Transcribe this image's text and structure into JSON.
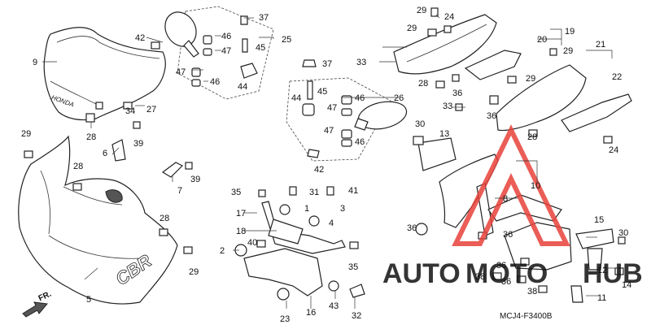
{
  "diagram": {
    "code": "MCJ4-F3400B",
    "fr_label": "FR.",
    "brand_on_windscreen": "HONDA",
    "brand_on_cowl": "CBR",
    "watermark": {
      "part1": "AUTO",
      "part2": "MOTO",
      "part3": "HUB",
      "color_primary": "#e8413a",
      "color_secondary": "#f2b36b"
    }
  },
  "callouts": [
    {
      "id": "c37a",
      "label": "37"
    },
    {
      "id": "c42a",
      "label": "42"
    },
    {
      "id": "c46a",
      "label": "46"
    },
    {
      "id": "c47a",
      "label": "47"
    },
    {
      "id": "c45a",
      "label": "45"
    },
    {
      "id": "c25",
      "label": "25"
    },
    {
      "id": "c47b",
      "label": "47"
    },
    {
      "id": "c46b",
      "label": "46"
    },
    {
      "id": "c44a",
      "label": "44"
    },
    {
      "id": "c9",
      "label": "9"
    },
    {
      "id": "c34",
      "label": "34"
    },
    {
      "id": "c27",
      "label": "27"
    },
    {
      "id": "c28a",
      "label": "28"
    },
    {
      "id": "c39a",
      "label": "39"
    },
    {
      "id": "c6",
      "label": "6"
    },
    {
      "id": "c29a",
      "label": "29"
    },
    {
      "id": "c28b",
      "label": "28"
    },
    {
      "id": "c7",
      "label": "7"
    },
    {
      "id": "c39b",
      "label": "39"
    },
    {
      "id": "c28c",
      "label": "28"
    },
    {
      "id": "c29b",
      "label": "29"
    },
    {
      "id": "c5",
      "label": "5"
    },
    {
      "id": "c37b",
      "label": "37"
    },
    {
      "id": "c45b",
      "label": "45"
    },
    {
      "id": "c44b",
      "label": "44"
    },
    {
      "id": "c47c",
      "label": "47"
    },
    {
      "id": "c26",
      "label": "26"
    },
    {
      "id": "c46c",
      "label": "46"
    },
    {
      "id": "c47d",
      "label": "47"
    },
    {
      "id": "c46d",
      "label": "46"
    },
    {
      "id": "c42b",
      "label": "42"
    },
    {
      "id": "c35a",
      "label": "35"
    },
    {
      "id": "c31",
      "label": "31"
    },
    {
      "id": "c41",
      "label": "41"
    },
    {
      "id": "c17",
      "label": "17"
    },
    {
      "id": "c1",
      "label": "1"
    },
    {
      "id": "c3",
      "label": "3"
    },
    {
      "id": "c4",
      "label": "4"
    },
    {
      "id": "c18",
      "label": "18"
    },
    {
      "id": "c40",
      "label": "40"
    },
    {
      "id": "c2",
      "label": "2"
    },
    {
      "id": "c35b",
      "label": "35"
    },
    {
      "id": "c23",
      "label": "23"
    },
    {
      "id": "c16",
      "label": "16"
    },
    {
      "id": "c43",
      "label": "43"
    },
    {
      "id": "c32",
      "label": "32"
    },
    {
      "id": "c29c",
      "label": "29"
    },
    {
      "id": "c24a",
      "label": "24"
    },
    {
      "id": "c29d",
      "label": "29"
    },
    {
      "id": "c19",
      "label": "19"
    },
    {
      "id": "c20",
      "label": "20"
    },
    {
      "id": "c33a",
      "label": "33"
    },
    {
      "id": "c29e",
      "label": "29"
    },
    {
      "id": "c21",
      "label": "21"
    },
    {
      "id": "c28d",
      "label": "28"
    },
    {
      "id": "c36a",
      "label": "36"
    },
    {
      "id": "c22",
      "label": "22"
    },
    {
      "id": "c29f",
      "label": "29"
    },
    {
      "id": "c33b",
      "label": "33"
    },
    {
      "id": "c36b",
      "label": "36"
    },
    {
      "id": "c30a",
      "label": "30"
    },
    {
      "id": "c13",
      "label": "13"
    },
    {
      "id": "c28e",
      "label": "28"
    },
    {
      "id": "c24b",
      "label": "24"
    },
    {
      "id": "c10",
      "label": "10"
    },
    {
      "id": "c8",
      "label": "8"
    },
    {
      "id": "c36c",
      "label": "36"
    },
    {
      "id": "c36d",
      "label": "36"
    },
    {
      "id": "c15",
      "label": "15"
    },
    {
      "id": "c30b",
      "label": "30"
    },
    {
      "id": "c36e",
      "label": "36"
    },
    {
      "id": "c38a",
      "label": "38"
    },
    {
      "id": "c36f",
      "label": "36"
    },
    {
      "id": "c12",
      "label": "12"
    },
    {
      "id": "c38b",
      "label": "38"
    },
    {
      "id": "c14",
      "label": "14"
    },
    {
      "id": "c11",
      "label": "11"
    }
  ]
}
